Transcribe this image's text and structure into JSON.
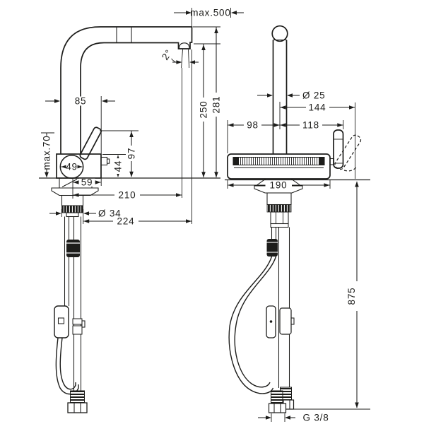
{
  "side_view": {
    "pullout_max": "max.500",
    "spray_angle": "2°",
    "riser_width": "85",
    "outlet_height": "250",
    "overall_height": "281",
    "deck_max": "max.70",
    "body_diameter": "49",
    "body_height": "44",
    "handle_height": "97",
    "body_reach": "59",
    "spout_reach": "210",
    "shank_diameter": "Ø 34",
    "tip_reach": "224"
  },
  "front_view": {
    "pipe_diameter": "Ø 25",
    "center_to_lever_tip": "144",
    "center_to_left": "98",
    "center_to_lever": "118",
    "base_width": "190",
    "hose_length": "875",
    "thread_size": "G 3/8"
  },
  "colors": {
    "line": "#1d1d1b",
    "background": "#ffffff"
  }
}
